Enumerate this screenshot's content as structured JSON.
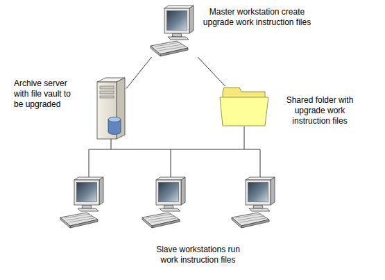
{
  "diagram": {
    "nodes": [
      {
        "text": [
          "Master workstation create upgrade work instruction files"
        ]
      },
      {
        "text": [
          "Archive server with file vault to be upgraded"
        ]
      },
      {
        "text": [
          "Shared folder with upgrade work instruction files"
        ]
      },
      {
        "text": [
          "Slave workstations run work instruction files"
        ]
      }
    ],
    "edges": [
      {
        "from": 0,
        "to": 1,
        "arrow": "none"
      },
      {
        "from": 0,
        "to": 2,
        "arrow": "none"
      },
      {
        "from": 1,
        "to": 3,
        "arrow": "none"
      },
      {
        "from": 2,
        "to": 3,
        "arrow": "none"
      }
    ]
  }
}
